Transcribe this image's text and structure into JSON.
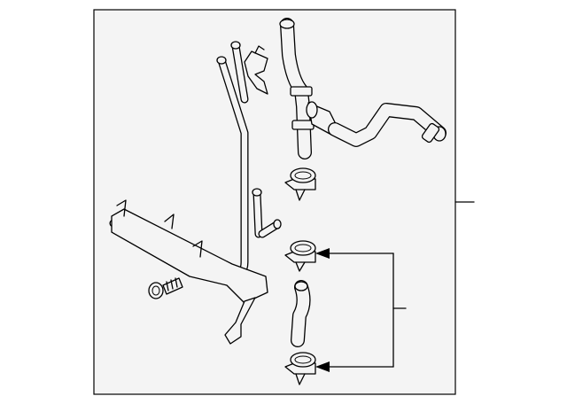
{
  "diagram": {
    "background": "#ffffff",
    "panel_fill": "#f4f4f4",
    "line_color": "#000000",
    "parts": [
      {
        "name": "tube-assembly"
      },
      {
        "name": "upper-hose"
      },
      {
        "name": "lower-hose"
      },
      {
        "name": "clamp-upper"
      },
      {
        "name": "clamp-middle"
      },
      {
        "name": "clamp-lower"
      },
      {
        "name": "bolt"
      }
    ],
    "callouts": []
  }
}
